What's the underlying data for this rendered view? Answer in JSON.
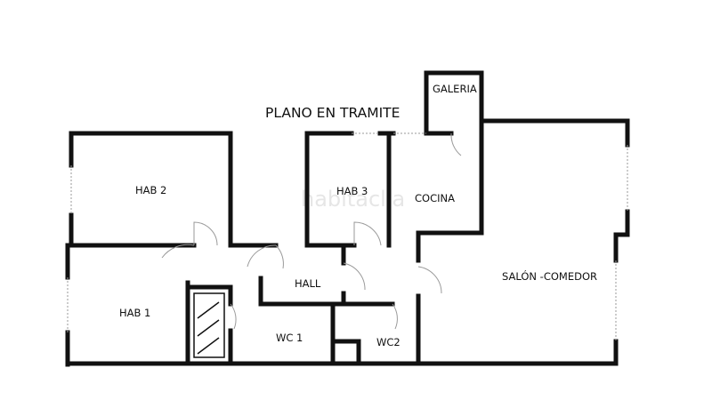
{
  "plan": {
    "title": "PLANO EN TRAMITE",
    "watermark": "habitaclia",
    "rooms": {
      "galeria": "GALERIA",
      "hab2": "HAB 2",
      "hab3": "HAB 3",
      "cocina": "COCINA",
      "hab1": "HAB 1",
      "hall": "HALL",
      "salon": "SALÓN -COMEDOR",
      "wc1": "WC 1",
      "wc2": "WC2"
    }
  }
}
